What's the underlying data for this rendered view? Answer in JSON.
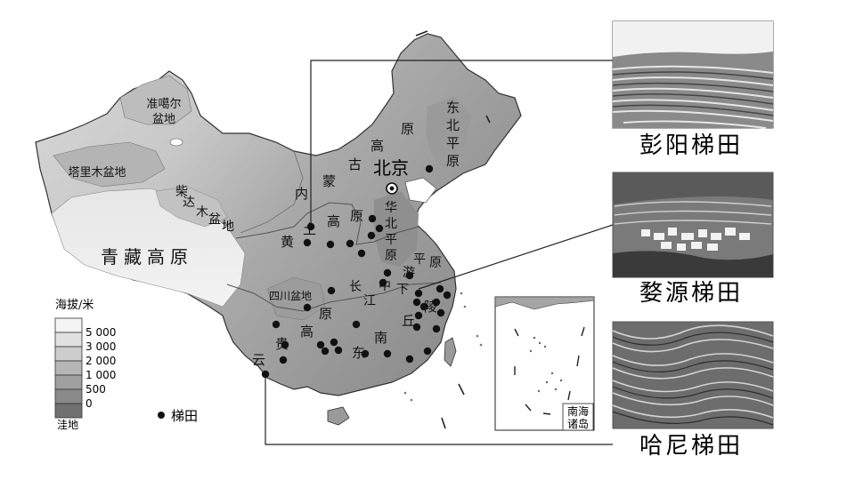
{
  "map": {
    "capital": "北京",
    "regions": {
      "junggar": [
        "准噶尔",
        "盆地"
      ],
      "tarim": "塔里木盆地",
      "qaidam": [
        "柴",
        "达",
        "木",
        "盆",
        "地"
      ],
      "tibet": "青藏高原",
      "inner_mongolia": [
        "内",
        "蒙",
        "古",
        "高",
        "原"
      ],
      "northeast_plain": [
        "东",
        "北",
        "平",
        "原"
      ],
      "north_china_plain": [
        "华",
        "北",
        "平",
        "原"
      ],
      "loess": [
        "黄",
        "土",
        "高",
        "原"
      ],
      "sichuan": "四川盆地",
      "yungui": [
        "云",
        "贵",
        "高",
        "原"
      ],
      "middle_lower": [
        "长",
        "江",
        "中",
        "下",
        "游",
        "平",
        "原"
      ],
      "southeast_hills": [
        "东",
        "南",
        "丘",
        "陵"
      ]
    },
    "inset_label": [
      "南海",
      "诸岛"
    ]
  },
  "legend": {
    "title": "海拔/米",
    "labels": [
      "5 000",
      "3 000",
      "2 000",
      "1 000",
      "500",
      "0",
      "洼地"
    ],
    "colors": [
      "#f4f4f4",
      "#e1e1e1",
      "#cdcdcd",
      "#b6b6b6",
      "#a0a0a0",
      "#8a8a8a",
      "#707070"
    ],
    "terrace_label": "梯田"
  },
  "photos": [
    {
      "caption": "彭阳梯田"
    },
    {
      "caption": "婺源梯田"
    },
    {
      "caption": "哈尼梯田"
    }
  ]
}
